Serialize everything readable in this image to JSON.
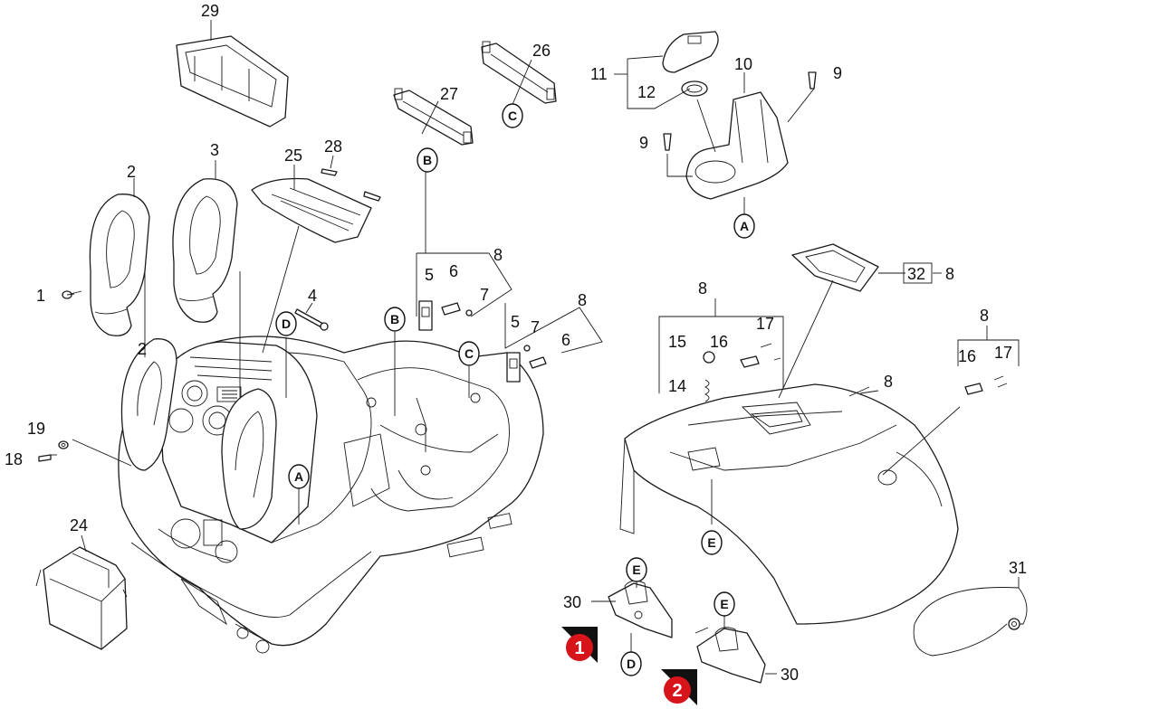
{
  "diagram": {
    "type": "exploded-parts-view",
    "part_numbers": {
      "p1": "1",
      "p2a": "2",
      "p2b": "2",
      "p3": "3",
      "p4": "4",
      "p5a": "5",
      "p5b": "5",
      "p6a": "6",
      "p6b": "6",
      "p7a": "7",
      "p7b": "7",
      "p8a": "8",
      "p8b": "8",
      "p8c": "8",
      "p8d": "8",
      "p8e": "8",
      "p8f": "8",
      "p9a": "9",
      "p9b": "9",
      "p10": "10",
      "p11": "11",
      "p12": "12",
      "p14": "14",
      "p15": "15",
      "p16a": "16",
      "p16b": "16",
      "p17a": "17",
      "p17b": "17",
      "p18": "18",
      "p19": "19",
      "p24": "24",
      "p25": "25",
      "p26": "26",
      "p27": "27",
      "p28": "28",
      "p29": "29",
      "p30a": "30",
      "p30b": "30",
      "p31": "31",
      "p32": "32"
    },
    "connection_letters": {
      "A1": "A",
      "A2": "A",
      "B1": "B",
      "B2": "B",
      "C1": "C",
      "C2": "C",
      "D1": "D",
      "D2": "D",
      "E1": "E",
      "E2": "E",
      "E3": "E"
    },
    "variant_markers": {
      "m1": "1",
      "m2": "2"
    },
    "colors": {
      "marker": "#d8141b",
      "line": "#1a1a1a"
    }
  }
}
